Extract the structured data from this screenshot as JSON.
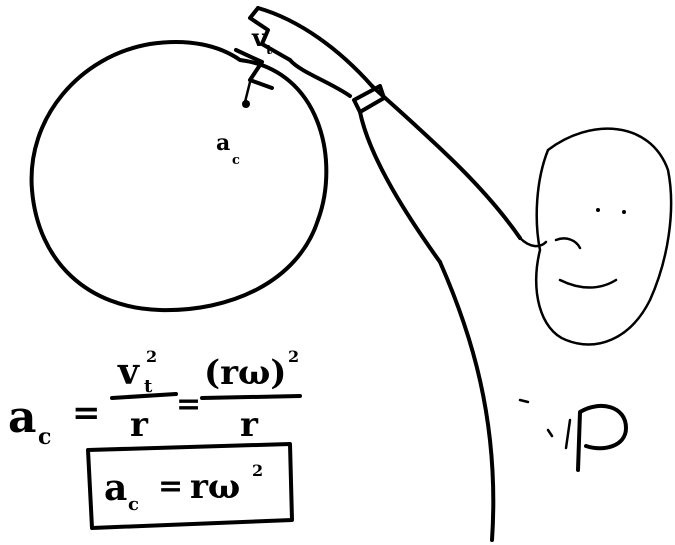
{
  "colors": {
    "ink": "#000000",
    "paper": "#ffffff"
  },
  "labels": {
    "velocity_top": "v",
    "velocity_sub": "t",
    "accel_center": "a",
    "accel_center_sub": "c"
  },
  "equations": {
    "line1": {
      "lhs": "a",
      "lhs_sub": "c",
      "eq1": "=",
      "frac1_num": "v",
      "frac1_num_sub": "t",
      "frac1_num_sup": "2",
      "frac1_den": "r",
      "eq2": "=",
      "frac2_num": "(rω)",
      "frac2_num_sup": "2",
      "frac2_den": "r"
    },
    "boxed": {
      "lhs": "a",
      "lhs_sub": "c",
      "eq": "=",
      "rhs": "rω",
      "rhs_sup": "2"
    }
  },
  "figures": {
    "circle": "circle",
    "person": "person-pointing",
    "logo": "P"
  }
}
